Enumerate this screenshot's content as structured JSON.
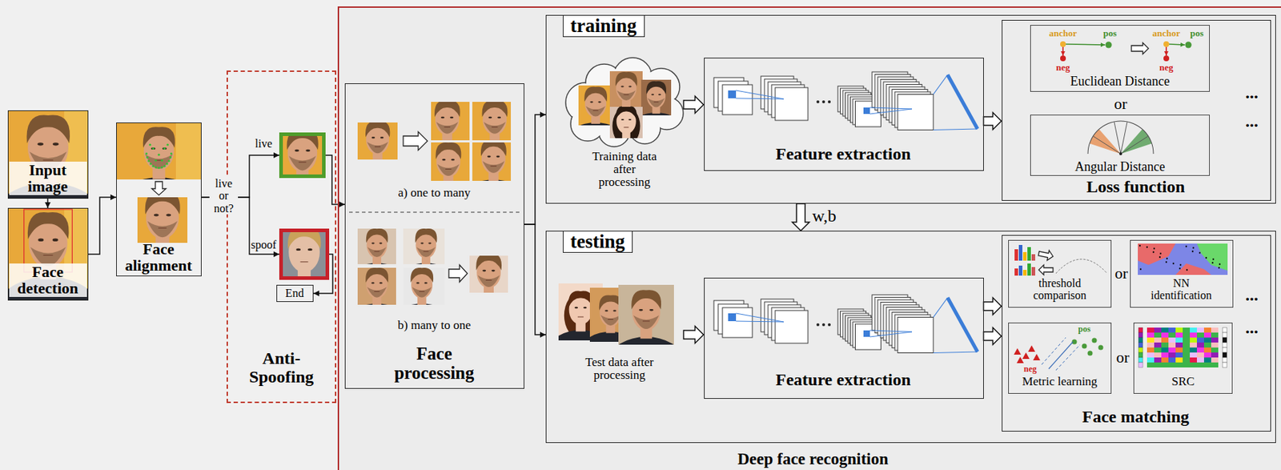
{
  "diagram": {
    "nodes": [
      {
        "text": [
          "Input image"
        ]
      },
      {
        "text": [
          "Face detection"
        ]
      },
      {
        "text": [
          "Face alignment"
        ]
      },
      {
        "text": [
          "Anti-Spoofing"
        ]
      },
      {
        "text": [
          "live"
        ],
        "in": 3
      },
      {
        "text": [
          "spoof"
        ],
        "in": 3
      },
      {
        "text": [
          "End"
        ],
        "in": 3
      },
      {
        "text": [
          "Deep face recognition"
        ]
      },
      {
        "text": [
          "a) one to many",
          "b) many to one",
          "Face processing"
        ],
        "in": 7
      },
      {
        "text": [
          "training"
        ],
        "in": 7
      },
      {
        "text": [
          "Training data after processing"
        ],
        "in": 9
      },
      {
        "text": [
          "Feature extraction"
        ],
        "in": 9
      },
      {
        "text": [
          "Loss function"
        ],
        "in": 9
      },
      {
        "text": [
          "Euclidean Distance"
        ],
        "in": 12
      },
      {
        "text": [
          "Angular Distance"
        ],
        "in": 12
      },
      {
        "text": [
          "testing"
        ],
        "in": 7
      },
      {
        "text": [
          "Test data after processing"
        ],
        "in": 15
      },
      {
        "text": [
          "Feature extraction"
        ],
        "in": 15
      },
      {
        "text": [
          "Face matching"
        ],
        "in": 15
      },
      {
        "text": [
          "threshold comparison"
        ],
        "in": 18
      },
      {
        "text": [
          "NN identification"
        ],
        "in": 18
      },
      {
        "text": [
          "Metric learning"
        ],
        "in": 18
      },
      {
        "text": [
          "SRC"
        ],
        "in": 18
      }
    ],
    "edges": [
      {
        "from": 0,
        "to": 1,
        "arrow": "to"
      },
      {
        "from": 1,
        "to": 2,
        "arrow": "to"
      },
      {
        "from": 2,
        "to": 4,
        "arrow": "to"
      },
      {
        "from": 2,
        "to": 5,
        "arrow": "to"
      },
      {
        "from": 4,
        "to": 8,
        "arrow": "to"
      },
      {
        "from": 5,
        "to": 6,
        "arrow": "to"
      },
      {
        "from": 8,
        "to": 9,
        "arrow": "to"
      },
      {
        "from": 8,
        "to": 15,
        "arrow": "to"
      },
      {
        "from": 10,
        "to": 11,
        "arrow": "to"
      },
      {
        "from": 11,
        "to": 12,
        "arrow": "to"
      },
      {
        "from": 9,
        "to": 15,
        "label": "w,b",
        "arrow": "to"
      },
      {
        "from": 16,
        "to": 17,
        "arrow": "to"
      },
      {
        "from": 17,
        "to": 18,
        "arrow": "to"
      },
      {
        "from": 17,
        "to": 18,
        "arrow": "to"
      }
    ],
    "labels": [
      "live or not?",
      "anchor",
      "pos",
      "anchor",
      "pos",
      "neg",
      "neg",
      "or",
      "...",
      "...",
      "or",
      "...",
      "pos",
      "neg",
      "or",
      "..."
    ]
  }
}
